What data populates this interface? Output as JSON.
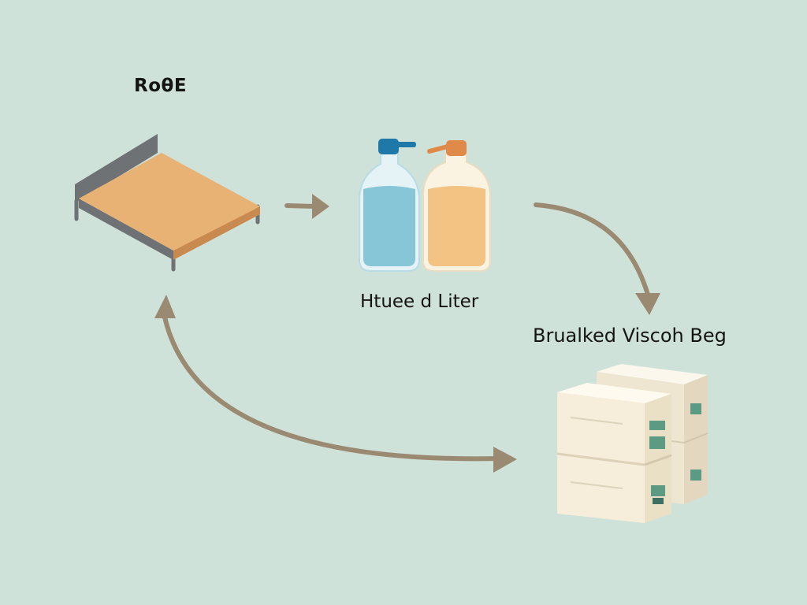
{
  "labels": {
    "bed": "RoθE",
    "liquids": "Htuee d Liter",
    "boxes": "Brualked Viscoh Beg"
  },
  "colors": {
    "background": "#cfe2da",
    "arrow": "#9b8a72",
    "bed_top": "#e8b275",
    "bed_frame": "#6e7274",
    "water": "#86c6d6",
    "juice": "#f3c384",
    "blue_cap": "#1e78a8",
    "orange_cap": "#e08a4a",
    "box": "#f5efdf",
    "box_print": "#5d9a84"
  },
  "icons": [
    "bed-icon",
    "water-bottle-icon",
    "juice-bottle-icon",
    "box-stack-icon"
  ]
}
